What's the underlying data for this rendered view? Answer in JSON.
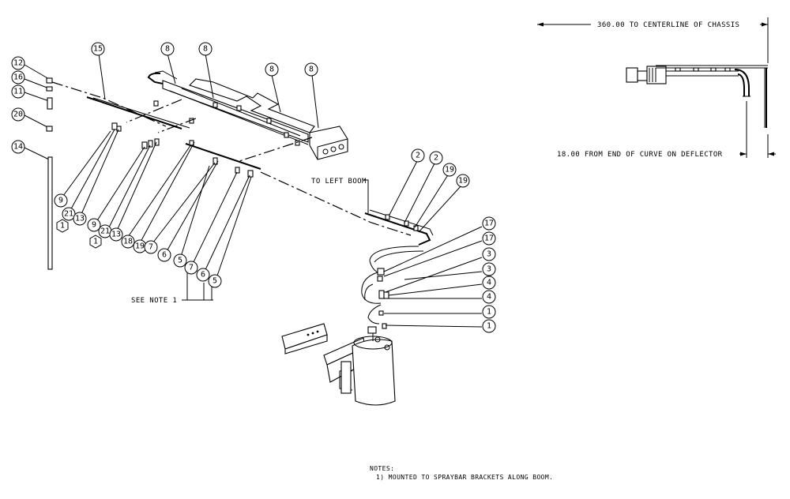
{
  "labels": {
    "dim_centerline": "360.00 TO CENTERLINE OF CHASSIS",
    "dim_deflector": "18.00 FROM END OF CURVE ON DEFLECTOR",
    "to_left_boom": "TO LEFT BOOM",
    "see_note": "SEE NOTE 1",
    "notes_title": "NOTES:",
    "note_1": "1) MOUNTED TO SPRAYBAR BRACKETS ALONG BOOM."
  },
  "callouts": {
    "c12": "12",
    "c16": "16",
    "c11": "11",
    "c20": "20",
    "c14": "14",
    "c15": "15",
    "c8a": "8",
    "c8b": "8",
    "c8c": "8",
    "c8d": "8",
    "c9a": "9",
    "c21a": "21",
    "c13a": "13",
    "c1a": "1",
    "c9b": "9",
    "c21b": "21",
    "c13b": "13",
    "c1b": "1",
    "c18": "18",
    "c19a": "19",
    "c7a": "7",
    "c6a": "6",
    "c5a": "5",
    "c7b": "7",
    "c6b": "6",
    "c5b": "5",
    "c2a": "2",
    "c2b": "2",
    "c19b": "19",
    "c19c": "19",
    "c17a": "17",
    "c17b": "17",
    "c3a": "3",
    "c3b": "3",
    "c4a": "4",
    "c4b": "4",
    "c1c": "1",
    "c1d": "1"
  }
}
